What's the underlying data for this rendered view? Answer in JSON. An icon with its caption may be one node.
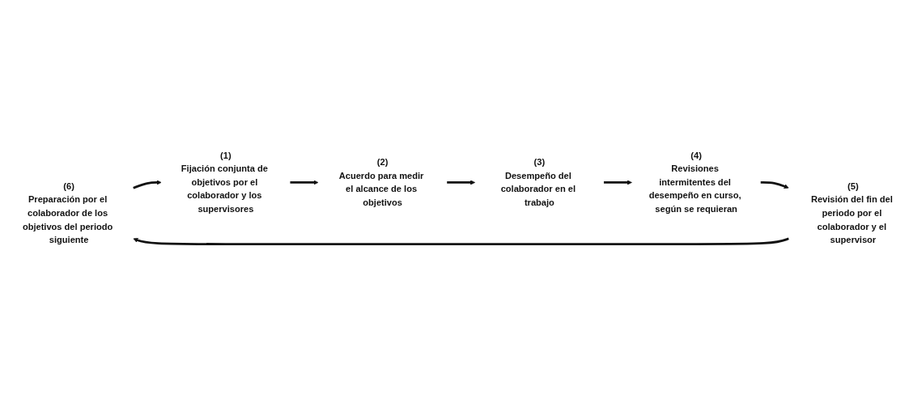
{
  "diagram": {
    "nodes": [
      {
        "text": [
          "(6)",
          "Preparación por el colaborador de los objetivos del periodo siguiente"
        ]
      },
      {
        "text": [
          "(5)",
          "Revisión del fin del periodo por el colaborador y el supervisor"
        ]
      },
      {
        "text": [
          "(1)",
          "Fijación conjunta de objetivos por el colaborador y los supervisores"
        ]
      },
      {
        "text": [
          "(4)",
          "Revisiones intermitentes del desempeño en curso, según se requieran"
        ]
      },
      {
        "text": [
          "(2)",
          "Acuerdo para medir el alcance de los objetivos"
        ]
      },
      {
        "text": [
          "(3)",
          "Desempeño del colaborador en el trabajo"
        ]
      }
    ],
    "edges": [
      {
        "from": 0,
        "to": 2,
        "arrow": "to"
      },
      {
        "from": 2,
        "to": 4,
        "arrow": "to"
      },
      {
        "from": 4,
        "to": 5,
        "arrow": "to"
      },
      {
        "from": 5,
        "to": 3,
        "arrow": "to"
      },
      {
        "from": 3,
        "to": 1,
        "arrow": "to"
      },
      {
        "from": 1,
        "to": 0,
        "arrow": "to"
      }
    ]
  }
}
